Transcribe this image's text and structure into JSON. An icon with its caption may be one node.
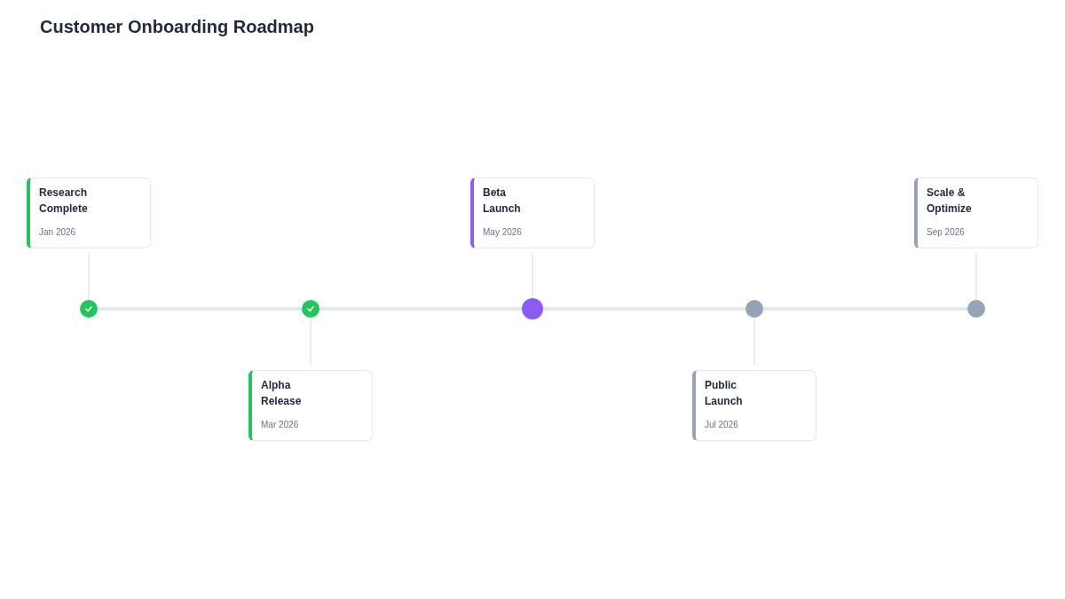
{
  "diagram": {
    "title": "Customer Onboarding Roadmap",
    "nodes": [
      {
        "text": [
          "Research Complete",
          "Jan 2026"
        ]
      },
      {
        "text": [
          "Alpha Release",
          "Mar 2026"
        ]
      },
      {
        "text": [
          "Beta Launch",
          "May 2026"
        ]
      },
      {
        "text": [
          "Public Launch",
          "Jul 2026"
        ]
      },
      {
        "text": [
          "Scale & Optimize",
          "Sep 2026"
        ]
      },
      {
        "text": [],
        "shape": "circle"
      },
      {
        "text": [],
        "shape": "circle"
      },
      {
        "text": [],
        "shape": "circle"
      },
      {
        "text": [],
        "shape": "circle"
      },
      {
        "text": [],
        "shape": "circle"
      }
    ],
    "edges": [
      {
        "from": 0,
        "to": 5,
        "arrow": "none"
      },
      {
        "from": 1,
        "to": 6,
        "arrow": "none"
      },
      {
        "from": 2,
        "to": 7,
        "arrow": "none"
      },
      {
        "from": 3,
        "to": 8,
        "arrow": "none"
      },
      {
        "from": 4,
        "to": 9,
        "arrow": "none"
      },
      {
        "from": 5,
        "to": 6,
        "arrow": "none",
        "style": "thick"
      },
      {
        "from": 6,
        "to": 7,
        "arrow": "none",
        "style": "thick"
      },
      {
        "from": 7,
        "to": 8,
        "arrow": "none",
        "style": "thick"
      },
      {
        "from": 8,
        "to": 9,
        "arrow": "none",
        "style": "thick"
      }
    ]
  }
}
